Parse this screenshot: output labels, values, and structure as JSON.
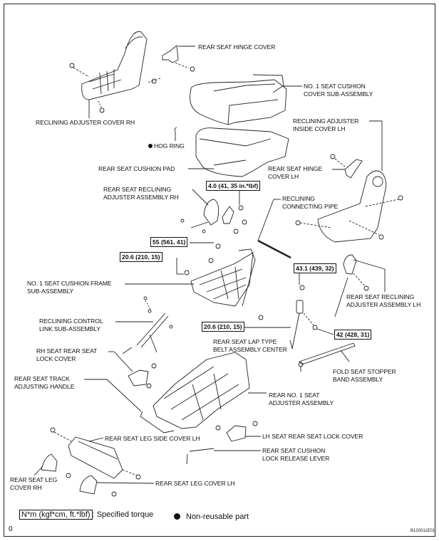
{
  "diagram": {
    "labels": {
      "rear_seat_hinge_cover": "REAR SEAT HINGE COVER",
      "seat_cushion_cover": [
        "NO. 1 SEAT CUSHION",
        "COVER SUB-ASSEMBLY"
      ],
      "reclining_adjuster_cover_rh": "RECLINING ADJUSTER COVER RH",
      "reclining_adjuster_inside_cover_lh": [
        "RECLINING ADJUSTER",
        "INSIDE COVER LH"
      ],
      "hog_ring": "HOG RING",
      "rear_seat_cushion_pad": "REAR SEAT CUSHION PAD",
      "rear_seat_hinge_cover_lh": [
        "REAR SEAT HINGE",
        "COVER LH"
      ],
      "reclining_adjuster_assembly_rh": [
        "REAR SEAT RECLINING",
        "ADJUSTER ASSEMBLY RH"
      ],
      "reclining_connecting_pipe": [
        "RECLINING",
        "CONNECTING PIPE"
      ],
      "seat_cushion_frame": [
        "NO. 1 SEAT CUSHION FRAME",
        "SUB-ASSEMBLY"
      ],
      "reclining_adjuster_assembly_lh": [
        "REAR SEAT RECLINING",
        "ADJUSTER ASSEMBLY LH"
      ],
      "reclining_control_link": [
        "RECLINING CONTROL",
        "LINK SUB-ASSEMBLY"
      ],
      "lap_type_belt_center": [
        "REAR SEAT LAP TYPE",
        "BELT ASSEMBLY CENTER"
      ],
      "rh_seat_rear_seat_lock_cover": [
        "RH SEAT REAR SEAT",
        "LOCK COVER"
      ],
      "fold_seat_stopper_band": [
        "FOLD SEAT STOPPER",
        "BAND ASSEMBLY"
      ],
      "track_adjusting_handle": [
        "REAR SEAT TRACK",
        "ADJUSTING HANDLE"
      ],
      "seat_adjuster_assembly": [
        "REAR NO. 1 SEAT",
        "ADJUSTER ASSEMBLY"
      ],
      "lh_seat_rear_seat_lock_cover": "LH SEAT REAR SEAT LOCK COVER",
      "leg_side_cover_lh": "REAR SEAT LEG SIDE COVER LH",
      "cushion_lock_release_lever": [
        "REAR SEAT CUSHION",
        "LOCK RELEASE LEVER"
      ],
      "leg_cover_rh": [
        "REAR SEAT LEG",
        "COVER RH"
      ],
      "leg_cover_lh": "REAR SEAT LEG COVER LH"
    },
    "torques": {
      "t1": "4.0 (41, 35 in.*lbf)",
      "t2": "55 (561, 41)",
      "t3": "20.6 (210, 15)",
      "t4": "43.1 (439, 32)",
      "t5": "20.6 (210, 15)",
      "t6": "42 (428, 31)"
    },
    "legend": {
      "torque_unit": "N*m (kgf*cm, ft.*lbf)",
      "torque_desc": ": Specified torque",
      "nonreusable": "Non-reusable part"
    },
    "corner_mark": "0",
    "figure_id": "B120011E01"
  }
}
